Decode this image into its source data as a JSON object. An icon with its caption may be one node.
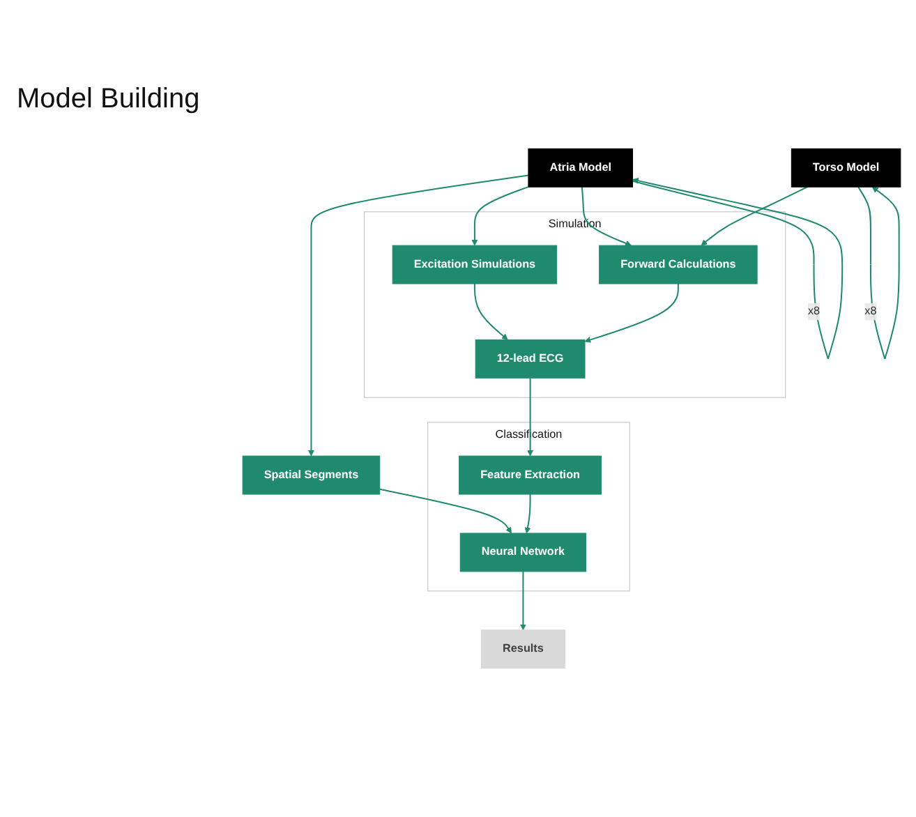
{
  "diagram": {
    "nodes": [
      {
        "text": [
          "Atria Model"
        ]
      },
      {
        "text": [
          "Torso Model"
        ]
      },
      {
        "text": [
          "Spatial Segments"
        ]
      },
      {
        "text": [
          "Simulation"
        ]
      },
      {
        "text": [
          "Excitation Simulations"
        ],
        "in": 3
      },
      {
        "text": [
          "Forward Calculations"
        ],
        "in": 3
      },
      {
        "text": [
          "12-lead ECG"
        ],
        "in": 3
      },
      {
        "text": [
          "Classification"
        ]
      },
      {
        "text": [
          "Feature Extraction"
        ],
        "in": 7
      },
      {
        "text": [
          "Neural Network"
        ],
        "in": 7
      },
      {
        "text": [
          "Results"
        ]
      }
    ],
    "edges": [
      {
        "from": 0,
        "to": 2,
        "arrow": "to"
      },
      {
        "from": 0,
        "to": 4,
        "arrow": "to"
      },
      {
        "from": 0,
        "to": 5,
        "arrow": "to"
      },
      {
        "from": 1,
        "to": 5,
        "arrow": "to"
      },
      {
        "from": 4,
        "to": 6,
        "arrow": "to"
      },
      {
        "from": 5,
        "to": 6,
        "arrow": "to"
      },
      {
        "from": 2,
        "to": 9,
        "arrow": "to"
      },
      {
        "from": 6,
        "to": 8,
        "arrow": "to"
      },
      {
        "from": 8,
        "to": 9,
        "arrow": "to"
      },
      {
        "from": 9,
        "to": 10,
        "arrow": "to"
      },
      {
        "from": 0,
        "to": 0,
        "arrow": "to",
        "label": "x8"
      },
      {
        "from": 1,
        "to": 1,
        "arrow": "to",
        "label": "x8"
      }
    ],
    "labels": [
      "Model Building"
    ]
  }
}
